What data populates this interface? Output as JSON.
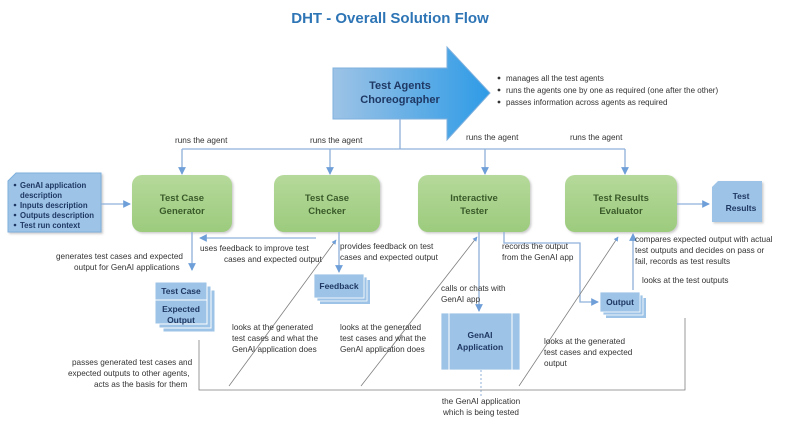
{
  "title": "DHT - Overall Solution Flow",
  "choreographer": {
    "label_lines": [
      "Test Agents",
      "Choreographer"
    ],
    "bullets": [
      "manages all the test agents",
      "runs the agents one by one as required (one after the other)",
      "passes information across agents as required"
    ]
  },
  "runs_label": "runs the agent",
  "inputs_box": {
    "bullets": [
      "GenAI application",
      "description",
      "Inputs description",
      "Outputs description",
      "Test run context"
    ]
  },
  "agents": [
    {
      "id": "generator",
      "lines": [
        "Test Case",
        "Generator"
      ]
    },
    {
      "id": "checker",
      "lines": [
        "Test Case",
        "Checker"
      ]
    },
    {
      "id": "tester",
      "lines": [
        "Interactive",
        "Tester"
      ]
    },
    {
      "id": "evaluator",
      "lines": [
        "Test Results",
        "Evaluator"
      ]
    }
  ],
  "test_results": {
    "lines": [
      "Test",
      "Results"
    ]
  },
  "test_case_doc": {
    "lines": [
      "Test Case",
      "Expected",
      "Output"
    ]
  },
  "feedback_doc": {
    "label": "Feedback"
  },
  "output_doc": {
    "label": "Output"
  },
  "genai_app": {
    "lines": [
      "GenAI",
      "Application"
    ]
  },
  "annotations": {
    "generates": [
      "generates test cases and expected",
      "output for GenAI applications"
    ],
    "uses_feedback": [
      "uses feedback to improve test",
      "cases and expected output"
    ],
    "provides_feedback": [
      "provides feedback on test",
      "cases and  expected output"
    ],
    "records_output": [
      "records the output",
      "from the GenAI app"
    ],
    "compares": [
      "compares expected output with actual",
      "test outputs and decides on pass or",
      "fail, records as test results"
    ],
    "looks_outputs": [
      "looks at the test outputs"
    ],
    "calls_chats": [
      "calls or chats with",
      "GenAI app"
    ],
    "looks_generated_1": [
      "looks at the generated",
      "test cases and what the",
      "GenAI application does"
    ],
    "looks_generated_2": [
      "looks  at the generated",
      "test cases and what the",
      "GenAI application does"
    ],
    "looks_generated_3": [
      "looks  at the generated",
      "test cases and expected",
      "output"
    ],
    "passes": [
      "passes generated test cases and",
      "expected outputs to other agents,",
      "acts as the basis for them"
    ],
    "app_tested": [
      "the GenAI application",
      "which is being tested"
    ]
  },
  "colors": {
    "title": "#2e75b6",
    "agent_fill": "#a9d18e",
    "agent_text": "#3a5a2a",
    "blue_fill": "#9dc3e6",
    "blue_text": "#1f3864",
    "connector": "#8fb1d9"
  }
}
